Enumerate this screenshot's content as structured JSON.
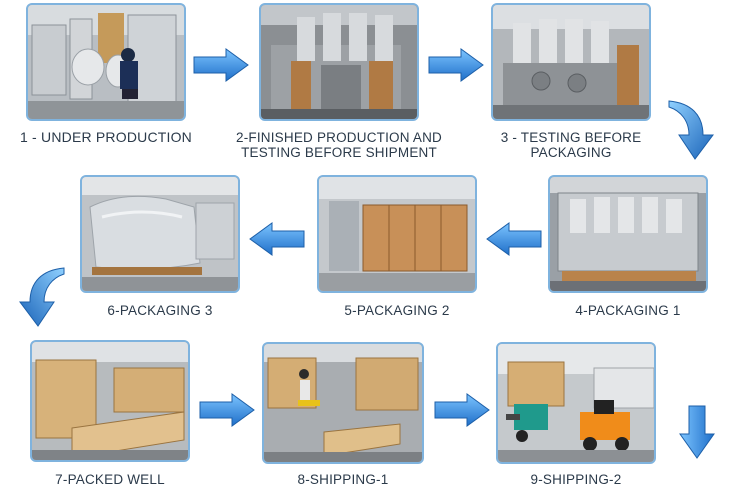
{
  "steps": [
    {
      "label": "1 - UNDER PRODUCTION"
    },
    {
      "label": "2-FINISHED PRODUCTION AND",
      "label2": "TESTING BEFORE SHIPMENT"
    },
    {
      "label": "3 - TESTING BEFORE",
      "label2": "PACKAGING"
    },
    {
      "label": "4-PACKAGING 1"
    },
    {
      "label": "5-PACKAGING 2"
    },
    {
      "label": "6-PACKAGING 3"
    },
    {
      "label": "7-PACKED WELL"
    },
    {
      "label": "8-SHIPPING-1"
    },
    {
      "label": "9-SHIPPING-2"
    }
  ],
  "colors": {
    "frame": "#7fb3de",
    "arrow": "#2f8fe0",
    "text": "#2b3a4a"
  }
}
